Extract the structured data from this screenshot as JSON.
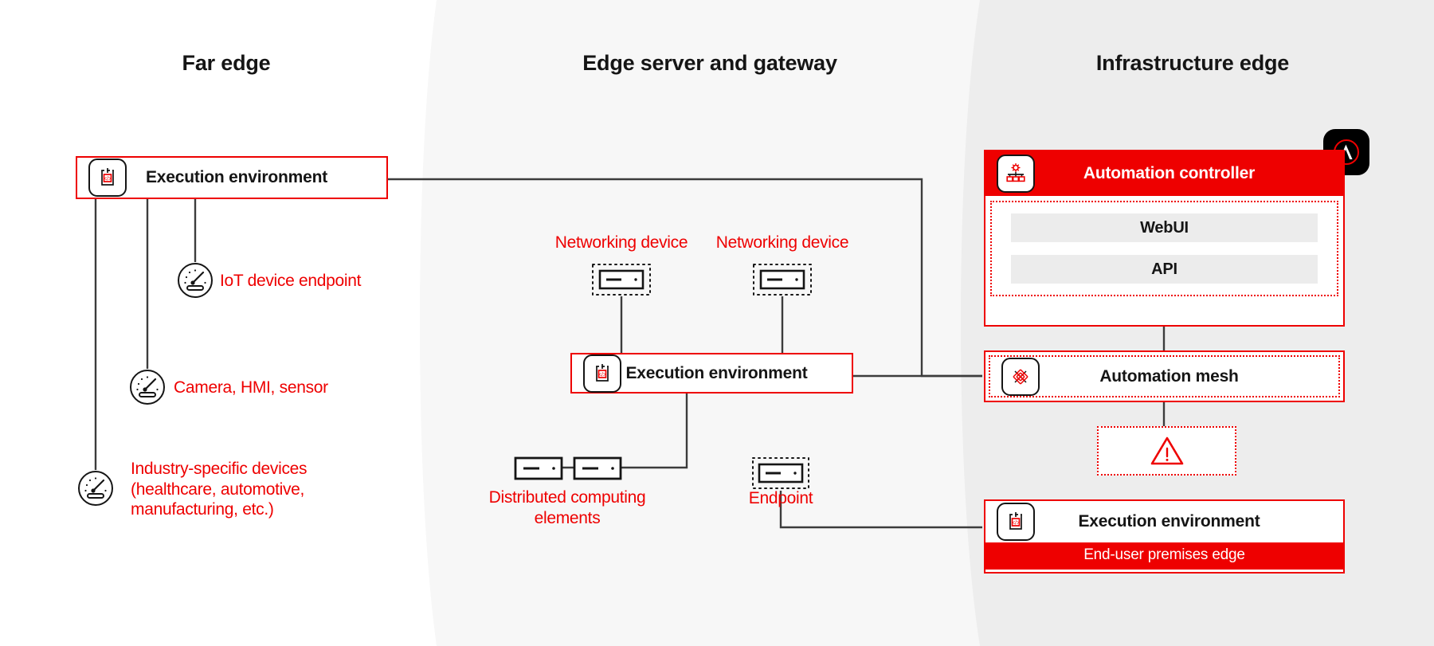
{
  "theme": {
    "red": "#ee0000",
    "black": "#151515",
    "panel_gray": "#ececec",
    "band_mid": "#f7f7f7",
    "band_right": "#ededed",
    "white": "#ffffff"
  },
  "columns": [
    {
      "id": "far-edge",
      "title": "Far edge"
    },
    {
      "id": "edge-server-gateway",
      "title": "Edge server and gateway"
    },
    {
      "id": "infrastructure-edge",
      "title": "Infrastructure edge"
    }
  ],
  "far_edge": {
    "execution_environment": {
      "label": "Execution environment",
      "icon": "execution-environment-icon"
    },
    "devices": [
      {
        "icon": "gauge-sensor-icon",
        "label": "IoT device endpoint"
      },
      {
        "icon": "gauge-sensor-icon",
        "label": "Camera, HMI, sensor"
      },
      {
        "icon": "gauge-sensor-icon",
        "label": "Industry-specific devices (healthcare, automotive, manufacturing, etc.)",
        "lines": [
          "Industry-specific devices",
          "(healthcare, automotive,",
          "manufacturing, etc.)"
        ]
      }
    ]
  },
  "edge_server": {
    "networking_devices": [
      {
        "label": "Networking device",
        "icon": "networking-device-icon"
      },
      {
        "label": "Networking device",
        "icon": "networking-device-icon"
      }
    ],
    "execution_environment": {
      "label": "Execution environment",
      "icon": "execution-environment-icon"
    },
    "distributed_computing": {
      "lines": [
        "Distributed computing",
        "elements"
      ],
      "label": "Distributed computing elements",
      "icon": "compute-element-icon",
      "count": 2
    },
    "endpoint": {
      "label": "Endpoint",
      "icon": "endpoint-device-icon"
    }
  },
  "infrastructure_edge": {
    "ansible_badge": {
      "icon": "ansible-logo-icon",
      "glyph": "A"
    },
    "automation_controller": {
      "title": "Automation controller",
      "icon": "automation-controller-icon",
      "panels": [
        "WebUI",
        "API"
      ]
    },
    "automation_mesh": {
      "label": "Automation mesh",
      "icon": "automation-mesh-icon"
    },
    "warning": {
      "icon": "warning-triangle-icon"
    },
    "end_user_premises": {
      "label": "Execution environment",
      "icon": "execution-environment-icon",
      "footer": "End-user premises edge"
    }
  }
}
